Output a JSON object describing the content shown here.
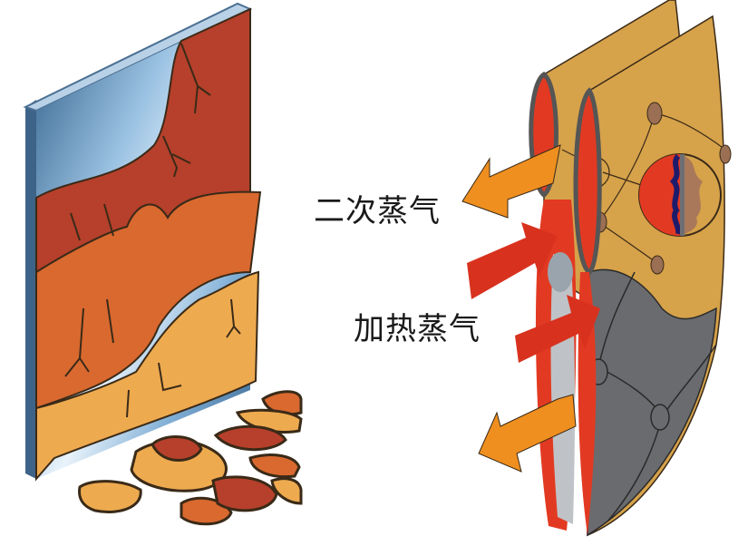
{
  "diagram": {
    "left": {
      "title": "",
      "description": "fouling scale layers cracking and peeling off a metal plate",
      "colors": {
        "plate": "#4a6f92",
        "plate_highlight": "#cfe0ef",
        "layer_dark": "#b6402b",
        "layer_mid": "#d9692f",
        "layer_light": "#eeaa4f",
        "outline": "#3a2a18"
      }
    },
    "right": {
      "description": "plate heat exchanger cross-section with heating steam in and secondary vapor out",
      "colors": {
        "plate": "#d6a24a",
        "steam_in": "#d8321f",
        "vapor_out": "#ef8f1f",
        "fouling": "#6a6b6e",
        "node": "#9b6f53"
      }
    },
    "labels": {
      "secondary_vapor": "二次蒸气",
      "heating_steam": "加热蒸气"
    }
  }
}
